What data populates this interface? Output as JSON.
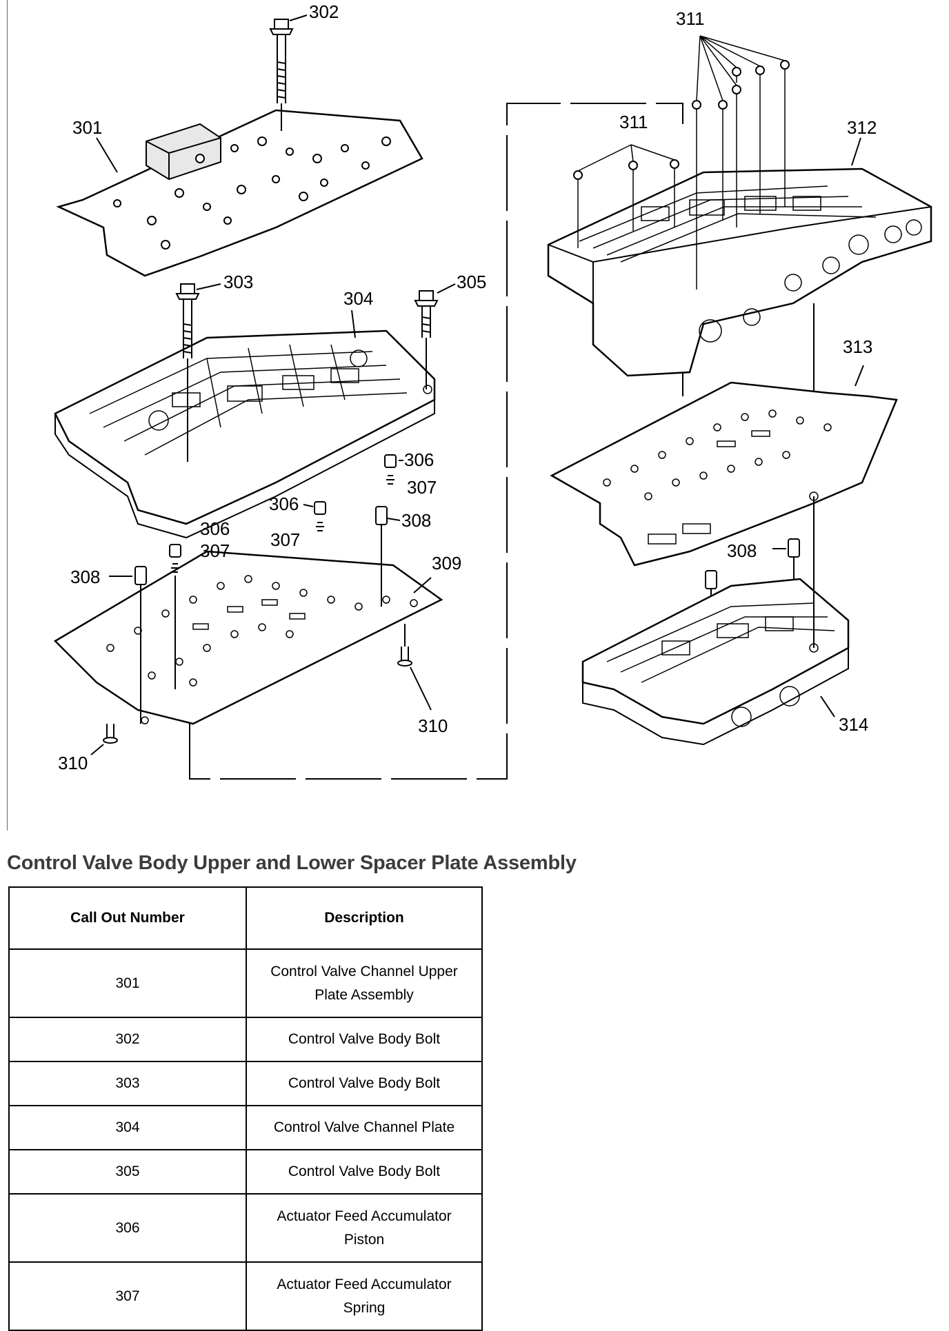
{
  "diagram": {
    "callouts": [
      "302",
      "301",
      "303",
      "304",
      "305",
      "306",
      "307",
      "306",
      "307",
      "308",
      "306",
      "307",
      "308",
      "309",
      "310",
      "310",
      "311",
      "311",
      "312",
      "313",
      "308",
      "314"
    ],
    "colors": {
      "line": "#000000",
      "plate_fill": "#ffffff",
      "shade": "#d9d9d9"
    }
  },
  "title": "Control Valve Body Upper and Lower Spacer Plate Assembly",
  "table": {
    "headers": [
      "Call Out Number",
      "Description"
    ],
    "rows": [
      {
        "num": "301",
        "desc": "Control Valve Channel Upper Plate Assembly"
      },
      {
        "num": "302",
        "desc": "Control Valve Body Bolt"
      },
      {
        "num": "303",
        "desc": "Control Valve Body Bolt"
      },
      {
        "num": "304",
        "desc": "Control Valve Channel Plate"
      },
      {
        "num": "305",
        "desc": "Control Valve Body Bolt"
      },
      {
        "num": "306",
        "desc": "Actuator Feed Accumulator Piston"
      },
      {
        "num": "307",
        "desc": "Actuator Feed Accumulator Spring"
      }
    ]
  }
}
